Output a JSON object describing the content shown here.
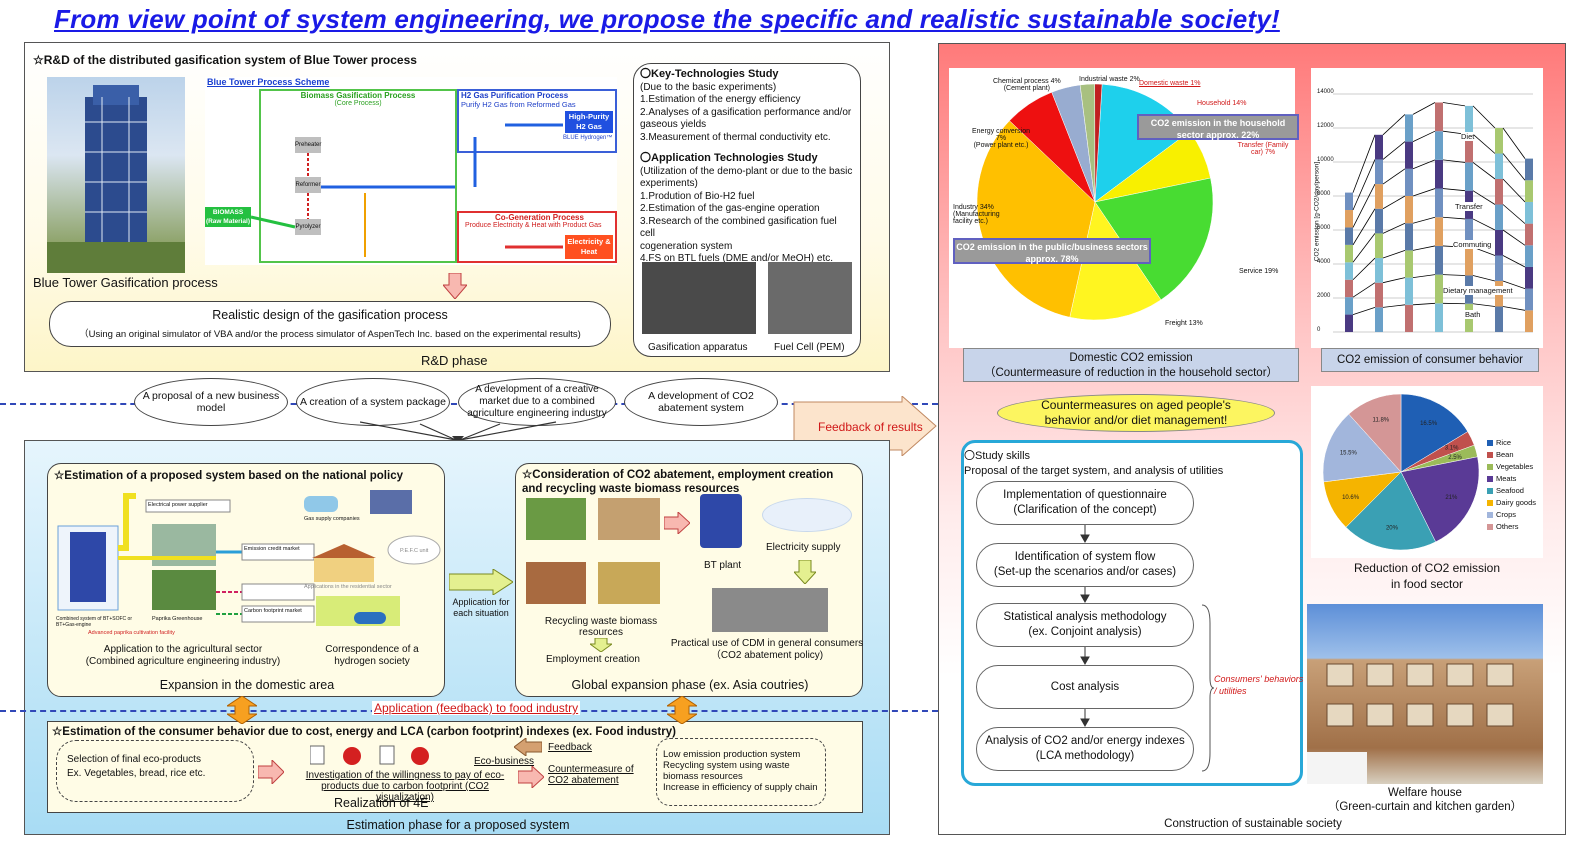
{
  "title": "From view point of system engineering, we propose the specific and realistic sustainable society!",
  "rd": {
    "heading": "☆R&D of the distributed gasification system of Blue Tower process",
    "scheme_title": "Blue Tower Process Scheme",
    "biomass_process": "Biomass Gasification Process",
    "core_process": "(Core Process)",
    "h2_process": "H2 Gas Purification Process",
    "h2_sub": "Purify H2 Gas from Reformed Gas",
    "high_purity": "High-Purity H2 Gas",
    "blue_hydrogen": "BLUE Hydrogen™",
    "cogen": "Co-Generation Process",
    "cogen_sub": "Produce Electricity & Heat with Product Gas",
    "elec_heat": "Electricity & Heat",
    "biomass_label": "BIOMASS (Raw Material)",
    "preheater": "Preheater",
    "reformer": "Reformer",
    "pyrolyzer": "Pyrolyzer",
    "tower_caption": "Blue Tower Gasification process",
    "design_title": "Realistic design of the gasification process",
    "design_sub": "（Using an original simulator of VBA and/or the process simulator of AspenTech Inc. based on the experimental results)",
    "phase": "R&D phase"
  },
  "keytech": {
    "h1": "〇Key-Technologies Study",
    "l1": [
      "(Due to the basic experiments)",
      "1.Estimation of the energy efficiency",
      "2.Analyses of a gasification performance and/or",
      "  gaseous yields",
      "3.Measurement of thermal conductivity etc."
    ],
    "h2": "〇Application Technologies Study",
    "l2": [
      "(Utilization of the demo-plant or due to the basic",
      "experiments)",
      "1.Prodution of Bio-H2 fuel",
      "2.Estimation of the gas-engine operation",
      "3.Research of the combined gasification fuel cell",
      "  cogeneration system",
      "4.FS on BTL fuels (DME and/or MeOH) etc."
    ],
    "photo1": "Gasification apparatus",
    "photo2": "Fuel Cell (PEM)"
  },
  "ovals": [
    "A proposal of a new business model",
    "A creation of a system package",
    "A development of a creative market due to a combined agriculture engineering industry",
    "A development of CO2 abatement system"
  ],
  "feedback": "Feedback of results",
  "domestic": {
    "heading": "☆Estimation of a proposed system based on the national policy",
    "labels": {
      "power": "Electrical power supplier",
      "emission": "Emission credit market",
      "carbon": "Carbon footprint market",
      "paprika": "Paprika Greenhouse",
      "combined": "Combined system of BT+SOFC or BT+Gas-engine",
      "advanced": "Advanced paprika cultivation facility",
      "gas": "Gas supply companies",
      "residential": "Applications in the residential sector",
      "pefc": "P.E.F.C unit"
    },
    "c1": "Application to the agricultural sector",
    "c1b": "(Combined agriculture engineering industry)",
    "c2": "Correspondence of a",
    "c2b": "hydrogen society",
    "phase": "Expansion in the domestic area"
  },
  "apply_arrow": "Application for each situation",
  "global": {
    "heading": "☆Consideration of CO2 abatement, employment creation and recycling waste biomass resources",
    "bt": "BT plant",
    "elec": "Electricity supply",
    "recyc": "Recycling waste biomass resources",
    "employ": "Employment creation",
    "cdm": "Practical use of CDM in general consumers",
    "cdm2": "（CO2 abatement policy)",
    "phase": "Global expansion phase (ex. Asia coutries)"
  },
  "food_link": "Application (feedback) to food industry",
  "consumer": {
    "heading": "☆Estimation of the consumer behavior due to cost, energy and LCA (carbon footprint) indexes (ex. Food industry)",
    "sel": [
      "Selection of final eco-products",
      "Ex. Vegetables, bread, rice etc."
    ],
    "eco": "Eco-business",
    "invest": "Investigation of the willingness to pay of eco-products due to carbon footprint (CO2 visualization)",
    "feedback": "Feedback",
    "counter": "Countermeasure of CO2 abatement",
    "low": [
      "Low emission production system",
      "Recycling system using waste biomass resources",
      "Increase in efficiency of supply chain"
    ],
    "realize": "Realization of 4E"
  },
  "est_phase": "Estimation phase for  a proposed system",
  "right": {
    "pie_labels": {
      "chem": "Chemical process 4%",
      "chem2": "(Cement plant)",
      "indwaste": "Industrial waste 2%",
      "domwaste": "Domestic waste 1%",
      "house": "Household 14%",
      "energy": "Energy conversion 7%",
      "energy2": "(Power plant etc.)",
      "transfer": "Transfer (Family car) 7%",
      "industry": "Industry 34% (Manufacturing facility etc.)",
      "service": "Service 19%",
      "freight": "Freight 13%"
    },
    "house_box": "CO2 emission in the household sector approx. 22%",
    "public_box": "CO2 emission in the public/business sectors approx. 78%",
    "domestic_cap": "Domestic CO2 emission",
    "domestic_cap2": "（Countermeasure of reduction in the household sector）",
    "behavior_cap": "CO2 emission of consumer behavior",
    "bar_ylabel": "CO2 emission [g-CO2/day/person]",
    "bar_labels": [
      "Diet",
      "Transfer",
      "Commuting",
      "Dietary management",
      "Bath"
    ],
    "bar_ticks": [
      "0",
      "2000",
      "4000",
      "6000",
      "8000",
      "10000",
      "12000",
      "14000"
    ],
    "countermeasure": "Countermeasures on aged people's behavior and/or diet management!",
    "study": "〇Study skills",
    "proposal": "Proposal of the target system, and analysis of utilities",
    "flow": [
      {
        "l1": "Implementation of questionnaire",
        "l2": "(Clarification of the concept)",
        "c": "#62e83a"
      },
      {
        "l1": "Identification of system flow",
        "l2": "(Set-up the scenarios and/or cases)",
        "c": "#fab418"
      },
      {
        "l1": "Statistical analysis methodology",
        "l2": "(ex. Conjoint analysis)",
        "c": "#b7d2ea"
      },
      {
        "l1": "Cost analysis",
        "l2": "",
        "c": "#cfc4e2"
      },
      {
        "l1": "Analysis of CO2 and/or energy indexes",
        "l2": "(LCA methodology)",
        "c": "#cfc4e2"
      }
    ],
    "consumers_util": "Consumers' behaviors / utilities",
    "food_cap": "Reduction of CO2 emission",
    "food_cap2": "in food sector",
    "food_legend": [
      {
        "n": "Rice",
        "c": "#1f5fb4"
      },
      {
        "n": "Bean",
        "c": "#c0504d"
      },
      {
        "n": "Vegetables",
        "c": "#9bbb59"
      },
      {
        "n": "Meats",
        "c": "#5a3a96"
      },
      {
        "n": "Seafood",
        "c": "#3aa0b4"
      },
      {
        "n": "Dairy goods",
        "c": "#f5b400"
      },
      {
        "n": "Crops",
        "c": "#a2b6dc"
      },
      {
        "n": "Others",
        "c": "#d49696"
      }
    ],
    "food_pcts": [
      "16.5%",
      "3.1%",
      "2.5%",
      "21%",
      "20%",
      "10.6%",
      "15.5%",
      "11.8%"
    ],
    "welfare": "Welfare house",
    "welfare2": "（Green-curtain and kitchen garden）",
    "society": "Construction of sustainable society"
  },
  "chart_data": [
    {
      "type": "pie",
      "title": "Domestic CO2 emission",
      "categories": [
        "Household",
        "Transfer (Family car)",
        "Service",
        "Freight",
        "Industry",
        "Energy conversion",
        "Chemical process",
        "Industrial waste",
        "Domestic waste"
      ],
      "values": [
        14,
        7,
        19,
        13,
        34,
        7,
        4,
        2,
        1
      ]
    },
    {
      "type": "pie",
      "title": "Reduction of CO2 emission in food sector",
      "categories": [
        "Rice",
        "Bean",
        "Vegetables",
        "Meats",
        "Seafood",
        "Dairy goods",
        "Crops",
        "Others"
      ],
      "values": [
        16.5,
        3.1,
        2.5,
        21,
        20,
        10.6,
        15.5,
        11.8
      ]
    }
  ]
}
